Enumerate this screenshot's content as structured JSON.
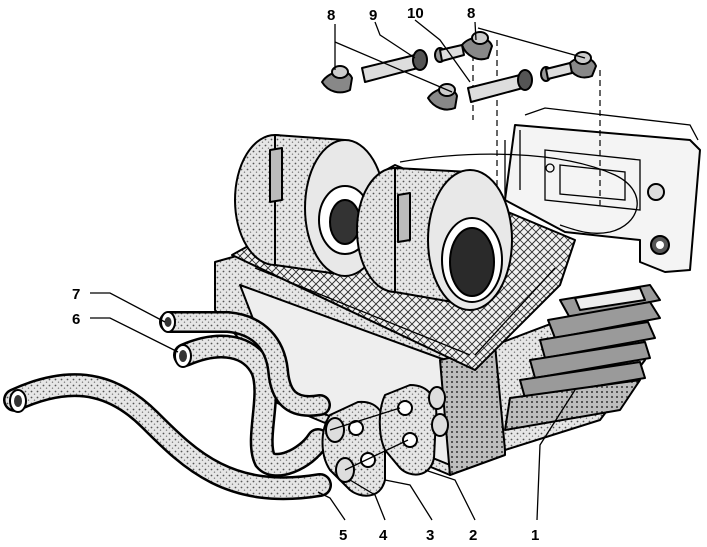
{
  "callouts": {
    "c1": "1",
    "c2": "2",
    "c3": "3",
    "c4": "4",
    "c5": "5",
    "c6": "6",
    "c7": "7",
    "c8a": "8",
    "c8b": "8",
    "c9": "9",
    "c10": "10"
  },
  "colors": {
    "ink": "#000000",
    "paper": "#ffffff",
    "shade": "#cfcfcf",
    "dark": "#3a3a3a"
  }
}
